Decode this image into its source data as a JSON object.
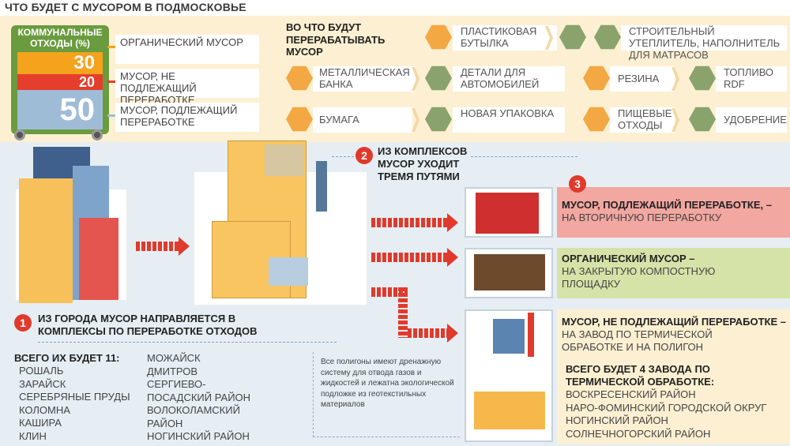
{
  "title": "ЧТО БУДЕТ С МУСОРОМ В ПОДМОСКОВЬЕ",
  "bin": {
    "header": "КОММУНАЛЬНЫЕ ОТХОДЫ (%)",
    "segments": [
      {
        "value": "30",
        "label": "ОРГАНИЧЕСКИЙ МУСОР",
        "color": "#f5a21c"
      },
      {
        "value": "20",
        "label": "МУСОР, НЕ ПОДЛЕЖАЩИЙ ПЕРЕРАБОТКЕ",
        "color": "#e53e2c"
      },
      {
        "value": "50",
        "label": "МУСОР, ПОДЛЕЖАЩИЙ ПЕРЕРАБОТКЕ",
        "color": "#9fbcd7"
      }
    ]
  },
  "recycle": {
    "question": "ВО ЧТО БУДУТ ПЕРЕРАБАТЫВАТЬ МУСОР",
    "pairs": [
      {
        "from": "ПЛАСТИКОВАЯ БУТЫЛКА",
        "to": "СТРОИТЕЛЬНЫЙ УТЕПЛИТЕЛЬ, НАПОЛНИТЕЛЬ ДЛЯ МАТРАСОВ"
      },
      {
        "from": "МЕТАЛЛИЧЕСКАЯ БАНКА",
        "to": "ДЕТАЛИ ДЛЯ АВТОМОБИЛЕЙ"
      },
      {
        "from": "РЕЗИНА",
        "to": "ТОПЛИВО RDF"
      },
      {
        "from": "БУМАГА",
        "to": "НОВАЯ УПАКОВКА"
      },
      {
        "from": "ПИЩЕВЫЕ ОТХОДЫ",
        "to": "УДОБРЕНИЕ"
      }
    ]
  },
  "step1": "ИЗ ГОРОДА МУСОР НАПРАВЛЯЕТСЯ В КОМПЛЕКСЫ ПО ПЕРЕРАБОТКЕ ОТХОДОВ",
  "step2": "ИЗ КОМПЛЕКСОВ МУСОР УХОДИТ ТРЕМЯ ПУТЯМИ",
  "step_numbers": [
    "1",
    "2",
    "3"
  ],
  "paths": [
    {
      "title": "МУСОР, ПОДЛЕЖАЩИЙ ПЕРЕРАБОТКЕ, –",
      "text": "НА ВТОРИЧНУЮ ПЕРЕРАБОТКУ",
      "color": "#f2a7a0"
    },
    {
      "title": "ОРГАНИЧЕСКИЙ МУСОР –",
      "text": "НА ЗАКРЫТУЮ КОМПОСТНУЮ ПЛОЩАДКУ",
      "color": "#d6e3a8"
    },
    {
      "title": "МУСОР, НЕ ПОДЛЕЖАЩИЙ ПЕРЕРАБОТКЕ –",
      "text": "НА ЗАВОД ПО ТЕРМИЧЕСКОЙ ОБРАБОТКЕ И НА ПОЛИГОН",
      "color": "#fdf0d2"
    }
  ],
  "complexes": {
    "header": "ВСЕГО ИХ БУДЕТ 11:",
    "col1": [
      "РОШАЛЬ",
      "ЗАРАЙСК",
      "СЕРЕБРЯНЫЕ ПРУДЫ",
      "КОЛОМНА",
      "КАШИРА",
      "КЛИН"
    ],
    "col2": [
      "МОЖАЙСК",
      "ДМИТРОВ",
      "СЕРГИЕВО-ПОСАДСКИЙ РАЙОН",
      "ВОЛОКОЛАМСКИЙ РАЙОН",
      "НОГИНСКИЙ РАЙОН"
    ]
  },
  "note": "Все полигоны имеют дренажную систему для отвода газов и жидкостей и лежатна экологической подложке из геотекстильных материалов",
  "plants": {
    "header": "ВСЕГО БУДЕТ 4 ЗАВОДА ПО ТЕРМИЧЕСКОЙ ОБРАБОТКЕ:",
    "items": [
      "ВОСКРЕСЕНСКИЙ РАЙОН",
      "НАРО-ФОМИНСКИЙ ГОРОДСКОЙ ОКРУГ",
      "НОГИНСКИЙ РАЙОН",
      "СОЛНЕЧНОГОРСКИЙ РАЙОН"
    ]
  }
}
